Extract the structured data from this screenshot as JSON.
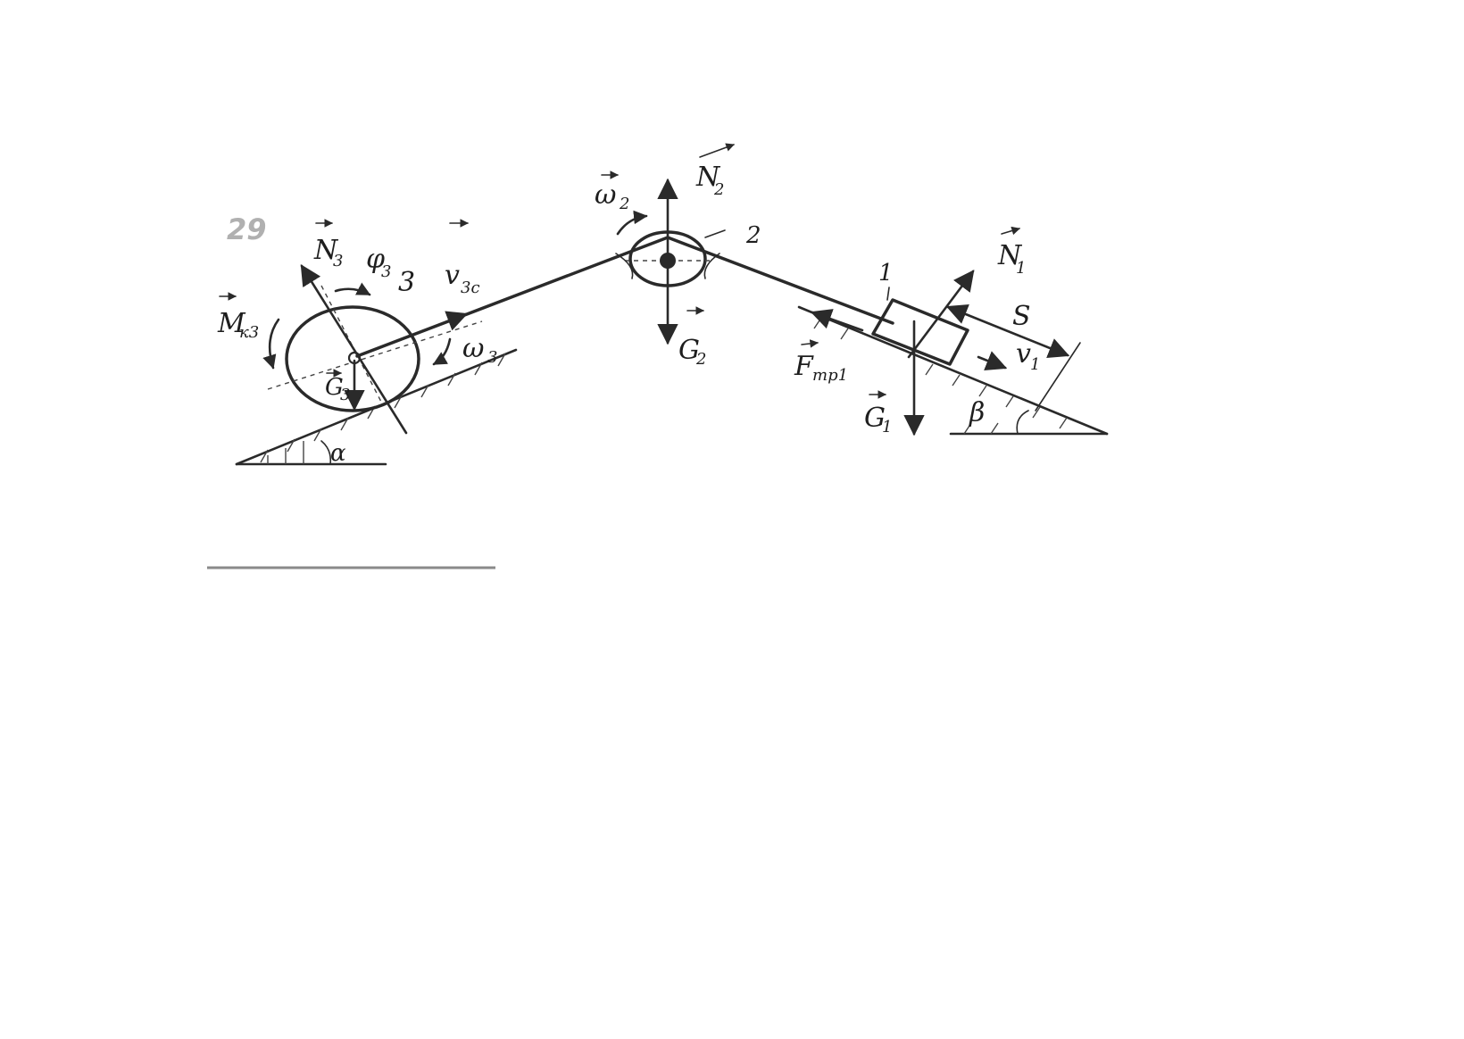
{
  "figure_number": "29",
  "labels": {
    "N3": "N",
    "N3_sub": "3",
    "phi3": "φ",
    "phi3_sub": "3",
    "body3": "3",
    "v3c": "v",
    "v3c_sub": "3c",
    "Mk3": "M",
    "Mk3_sub": "к3",
    "G3": "G",
    "G3_sub": "3",
    "omega3": "ω",
    "omega3_sub": "3",
    "alpha": "α",
    "omega2": "ω",
    "omega2_sub": "2",
    "N2": "N",
    "N2_sub": "2",
    "body2": "2",
    "G2": "G",
    "G2_sub": "2",
    "body1": "1",
    "N1": "N",
    "N1_sub": "1",
    "S": "S",
    "Ftr1": "F",
    "Ftr1_sub": "тр1",
    "v1": "v",
    "v1_sub": "1",
    "G1": "G",
    "G1_sub": "1",
    "beta": "β"
  },
  "colors": {
    "ink": "#2a2a2a",
    "figure_number": "#b0b0b0"
  }
}
